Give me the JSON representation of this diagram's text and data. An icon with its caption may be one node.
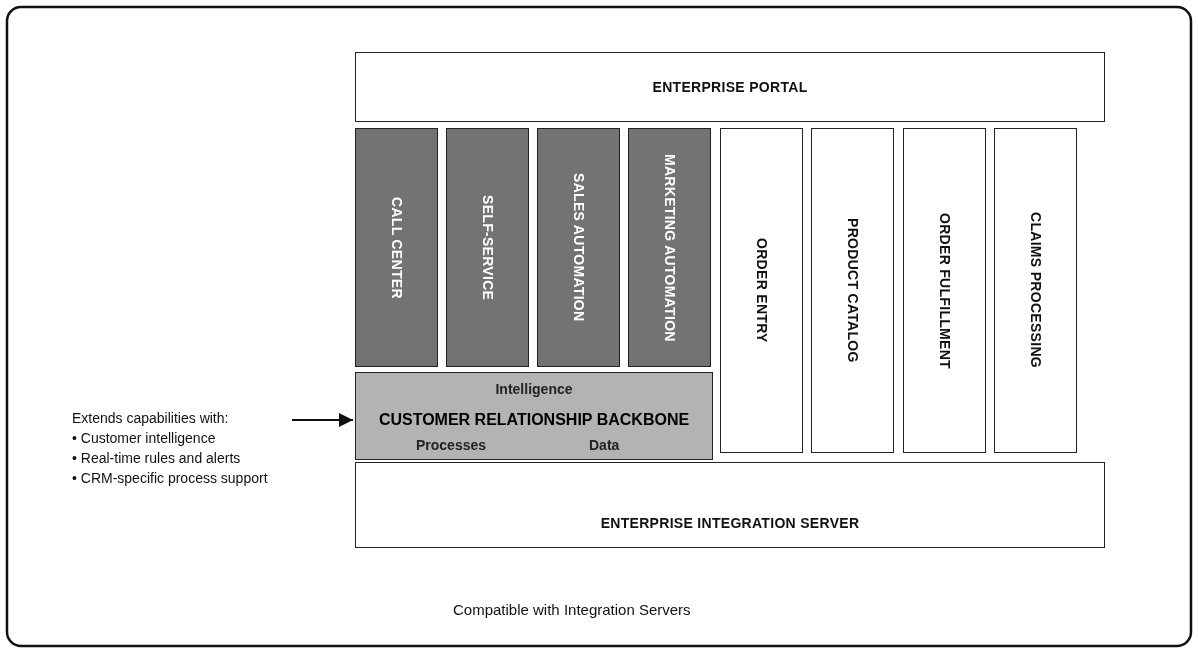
{
  "diagram": {
    "caption": "Compatible with Integration Servers",
    "nodes": [
      {
        "text": [
          "ENTERPRISE PORTAL"
        ]
      },
      {
        "text": [
          "CALL CENTER"
        ]
      },
      {
        "text": [
          "SELF-SERVICE"
        ]
      },
      {
        "text": [
          "SALES AUTOMATION"
        ]
      },
      {
        "text": [
          "MARKETING AUTOMATION"
        ]
      },
      {
        "text": [
          "ORDER ENTRY"
        ]
      },
      {
        "text": [
          "PRODUCT CATALOG"
        ]
      },
      {
        "text": [
          "ORDER FULFILLMENT"
        ]
      },
      {
        "text": [
          "CLAIMS PROCESSING"
        ]
      },
      {
        "text": [
          "Intelligence",
          "CUSTOMER RELATIONSHIP BACKBONE",
          "Processes",
          "Data"
        ]
      },
      {
        "text": [
          "ENTERPRISE INTEGRATION SERVER"
        ]
      },
      {
        "text": [
          "Extends capabilities with:",
          "• Customer intelligence",
          "• Real-time rules and alerts",
          "• CRM-specific process support"
        ]
      }
    ],
    "edges": [
      {
        "from": 11,
        "to": 9,
        "arrow": "to"
      }
    ]
  }
}
